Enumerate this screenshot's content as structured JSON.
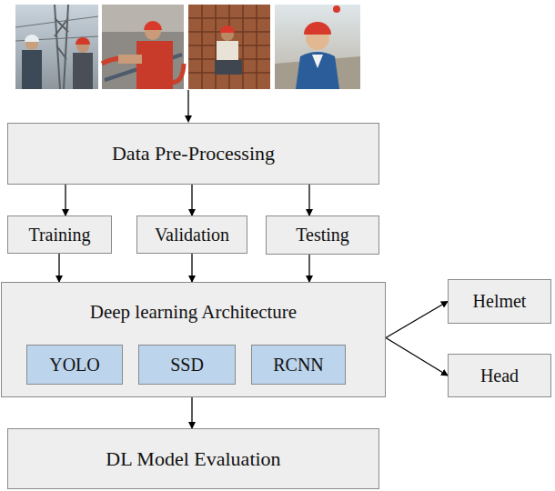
{
  "diagram": {
    "nodes": [
      {
        "text": [
          "Data Pre-Processing"
        ]
      },
      {
        "text": [
          "Training"
        ]
      },
      {
        "text": [
          "Validation"
        ]
      },
      {
        "text": [
          "Testing"
        ]
      },
      {
        "text": [
          "Deep learning Architecture"
        ]
      },
      {
        "text": [
          "YOLO"
        ],
        "in": 4
      },
      {
        "text": [
          "SSD"
        ],
        "in": 4
      },
      {
        "text": [
          "RCNN"
        ],
        "in": 4
      },
      {
        "text": [
          "Helmet"
        ]
      },
      {
        "text": [
          "Head"
        ]
      },
      {
        "text": [
          "DL Model Evaluation"
        ]
      }
    ],
    "edges": [
      {
        "from": 0,
        "to": 1,
        "arrow": "to"
      },
      {
        "from": 0,
        "to": 2,
        "arrow": "to"
      },
      {
        "from": 0,
        "to": 3,
        "arrow": "to"
      },
      {
        "from": 1,
        "to": 4,
        "arrow": "to"
      },
      {
        "from": 2,
        "to": 4,
        "arrow": "to"
      },
      {
        "from": 3,
        "to": 4,
        "arrow": "to"
      },
      {
        "from": 4,
        "to": 8,
        "arrow": "to"
      },
      {
        "from": 4,
        "to": 9,
        "arrow": "to"
      },
      {
        "from": 4,
        "to": 10,
        "arrow": "to"
      }
    ]
  }
}
